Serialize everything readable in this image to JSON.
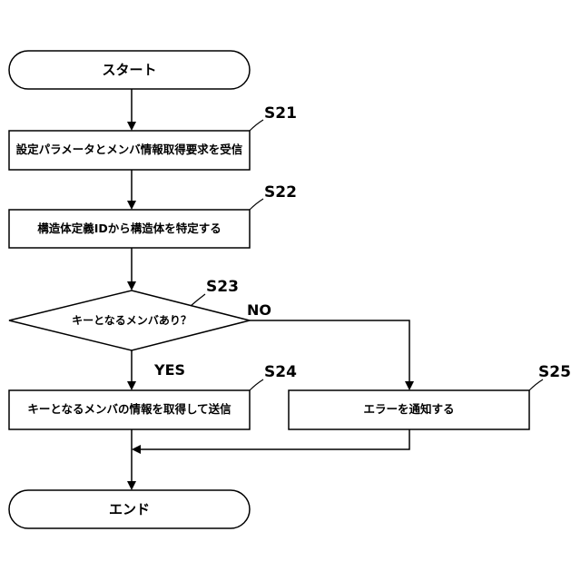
{
  "start": {
    "label": "スタート"
  },
  "end": {
    "label": "エンド"
  },
  "steps": {
    "s21": {
      "id": "S21",
      "label": "設定パラメータとメンバ情報取得要求を受信"
    },
    "s22": {
      "id": "S22",
      "label": "構造体定義IDから構造体を特定する"
    },
    "s23": {
      "id": "S23",
      "label": "キーとなるメンバあり？"
    },
    "s24": {
      "id": "S24",
      "label": "キーとなるメンバの情報を取得して送信"
    },
    "s25": {
      "id": "S25",
      "label": "エラーを通知する"
    }
  },
  "branches": {
    "yes": "YES",
    "no": "NO"
  }
}
